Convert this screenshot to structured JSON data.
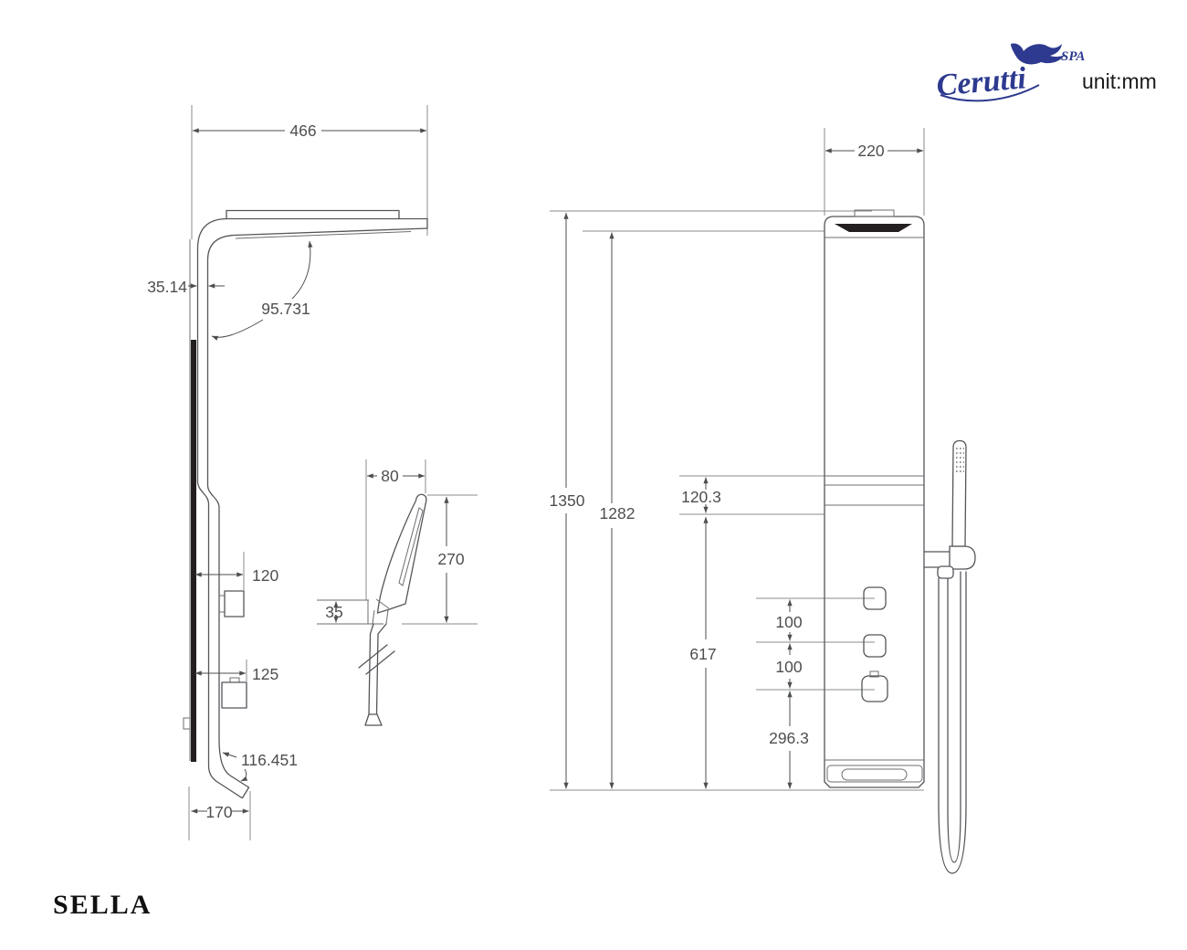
{
  "brand": {
    "name": "Cerutti",
    "sub": "SPA",
    "unit_label": "unit:mm",
    "color": "#2d3a8f"
  },
  "model": {
    "name": "SELLA"
  },
  "side_view": {
    "top_width": "466",
    "wall_offset": "35.14",
    "shelf_angle": "95.731",
    "upper_knob_depth": "120",
    "lower_knob_depth": "125",
    "outlet_angle": "116.451",
    "base_depth": "170"
  },
  "hand_shower": {
    "head_width": "80",
    "length": "270",
    "bracket_height": "35"
  },
  "front_view": {
    "panel_width": "220",
    "overall_height": "1350",
    "panel_height": "1282",
    "band_height": "120.3",
    "control_span": "617",
    "knob_gap_upper": "100",
    "knob_gap_lower": "100",
    "base_offset": "296.3"
  }
}
